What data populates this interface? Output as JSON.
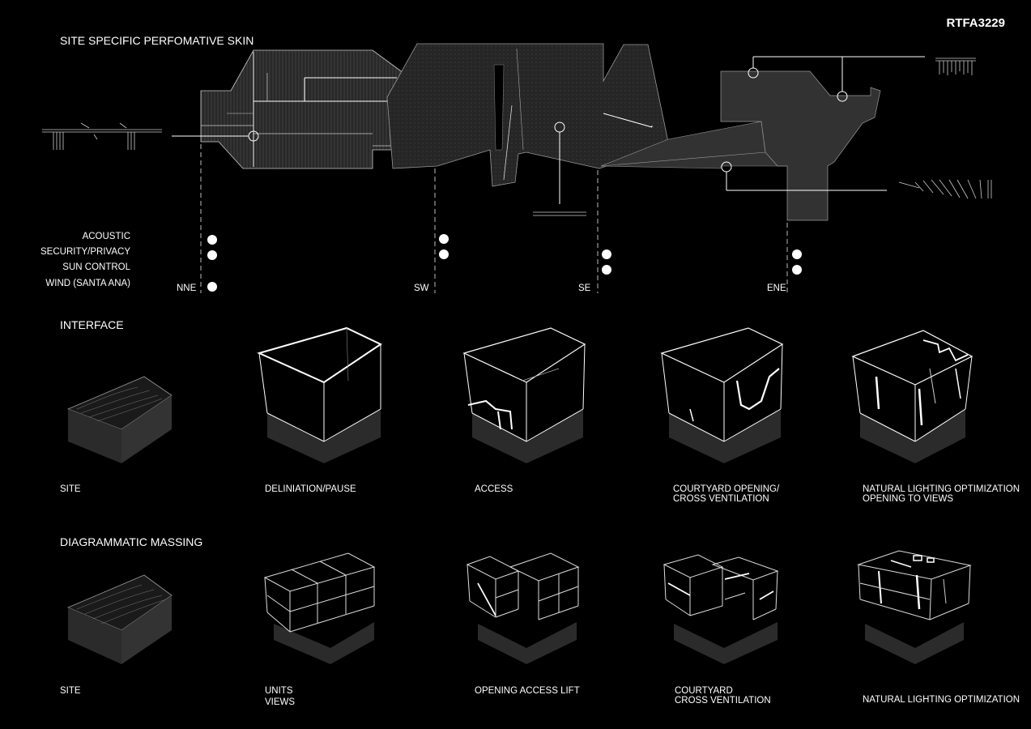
{
  "project_code": "RTFA3229",
  "sections": {
    "skin": "SITE SPECIFIC PERFOMATIVE SKIN",
    "interface": "INTERFACE",
    "massing": "DIAGRAMMATIC MASSING"
  },
  "factors": [
    {
      "label": "ACOUSTIC"
    },
    {
      "label": "SECURITY/PRIVACY"
    },
    {
      "label": "SUN CONTROL"
    },
    {
      "label": "WIND (SANTA ANA)"
    }
  ],
  "orientations": [
    {
      "label": "NNE",
      "marks": [
        true,
        true,
        false,
        true
      ]
    },
    {
      "label": "SW",
      "marks": [
        true,
        true,
        false,
        false
      ]
    },
    {
      "label": "SE",
      "marks": [
        false,
        true,
        true,
        false
      ]
    },
    {
      "label": "ENE",
      "marks": [
        false,
        true,
        true,
        false
      ]
    }
  ],
  "interface": [
    {
      "line1": "SITE",
      "line2": ""
    },
    {
      "line1": "DELINIATION/PAUSE",
      "line2": ""
    },
    {
      "line1": "ACCESS",
      "line2": ""
    },
    {
      "line1": "COURTYARD OPENING/",
      "line2": "CROSS VENTILATION"
    },
    {
      "line1": "NATURAL LIGHTING OPTIMIZATION",
      "line2": "OPENING TO VIEWS"
    }
  ],
  "massing": [
    {
      "line1": "SITE",
      "line2": ""
    },
    {
      "line1": "UNITS",
      "line2": "VIEWS"
    },
    {
      "line1": "OPENING ACCESS LIFT",
      "line2": ""
    },
    {
      "line1": "COURTYARD",
      "line2": "CROSS VENTILATION"
    },
    {
      "line1": "NATURAL LIGHTING OPTIMIZATION",
      "line2": ""
    }
  ],
  "colors": {
    "background": "#000000",
    "line": "#ffffff",
    "fill_dark": "#2a2a2a",
    "fill_mid": "#3a3a3a"
  }
}
